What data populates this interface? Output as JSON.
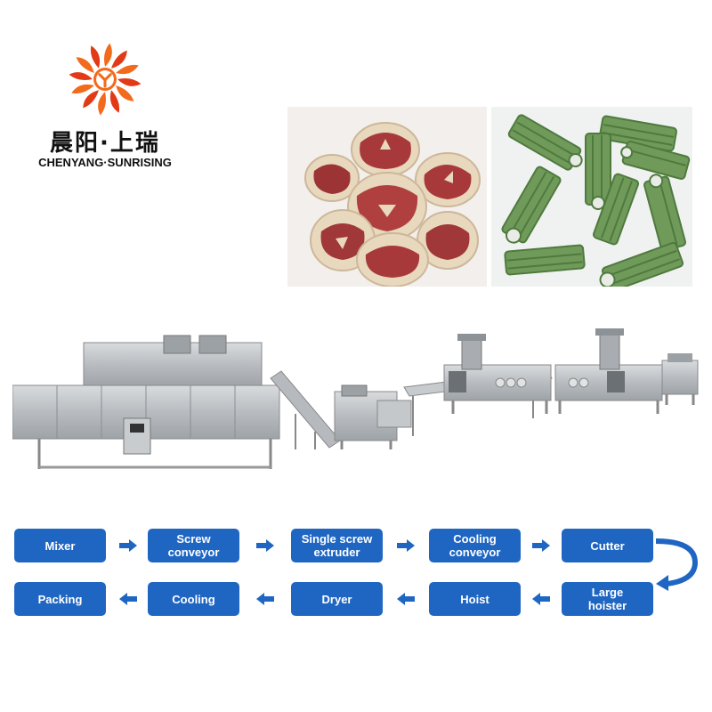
{
  "logo": {
    "cn_text": "晨阳·上瑞",
    "en_text": "CHENYANG·SUNRISING",
    "colors": {
      "petal_orange": "#f26a1b",
      "petal_red": "#e23a16"
    }
  },
  "photos": {
    "left": {
      "subject": "round pet chew slices"
    },
    "right": {
      "subject": "green toothbrush dental sticks"
    }
  },
  "flow": {
    "box_color": "#1f66c2",
    "row1": [
      "Mixer",
      "Screw\nconveyor",
      "Single screw\nextruder",
      "Cooling\nconveyor",
      "Cutter"
    ],
    "row2": [
      "Packing",
      "Cooling",
      "Dryer",
      "Hoist",
      "Large\nhoister"
    ]
  }
}
